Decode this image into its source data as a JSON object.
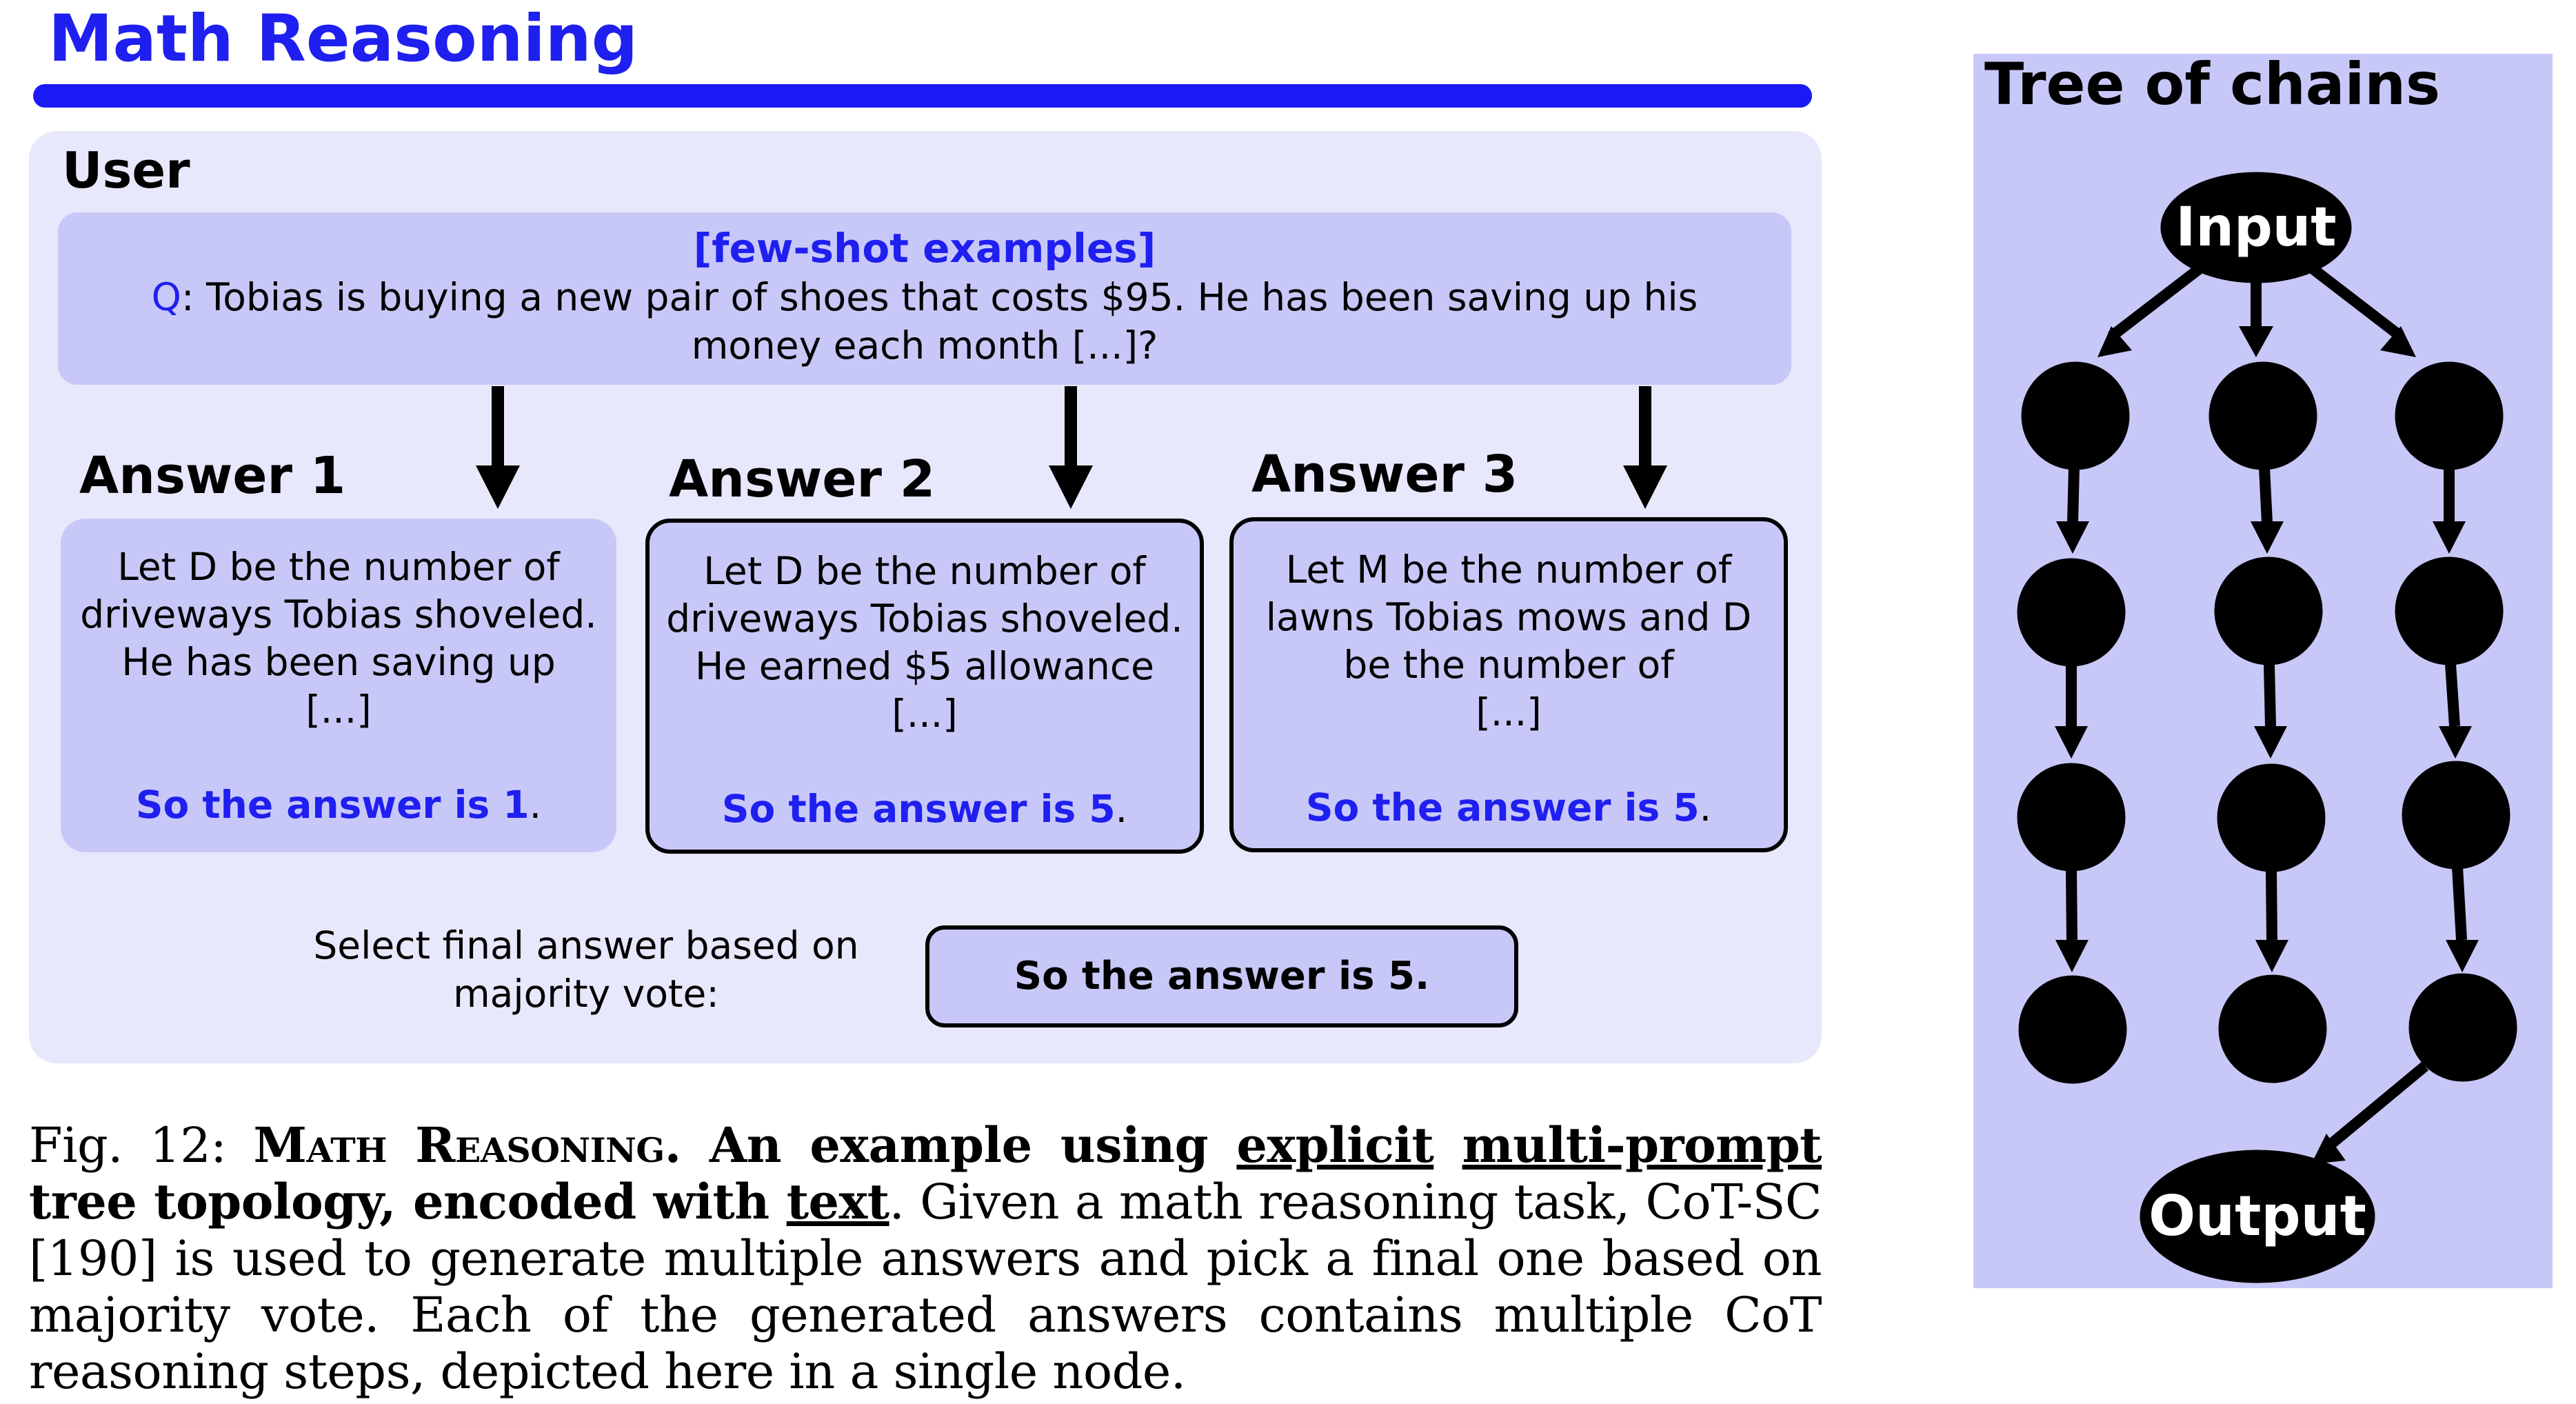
{
  "title": "Math Reasoning",
  "user_panel": {
    "label": "User",
    "fewshot_title": "[few-shot examples]",
    "question_prefix": "Q",
    "question_text": ": Tobias is buying a new pair of shoes that costs $95. He has been saving up his money each month [...]?"
  },
  "answers": [
    {
      "label": "Answer 1",
      "lines": [
        "Let D be the number of",
        "driveways Tobias shoveled.",
        "He has been saving up",
        "[...]"
      ],
      "conclusion": "So the answer is 1",
      "period": "."
    },
    {
      "label": "Answer 2",
      "lines": [
        "Let D be the number of",
        "driveways Tobias shoveled.",
        "He earned $5 allowance",
        "[...]"
      ],
      "conclusion": "So the answer is 5",
      "period": "."
    },
    {
      "label": "Answer 3",
      "lines": [
        "Let M be the number of",
        "lawns Tobias mows and D",
        "be the number of",
        "[...]"
      ],
      "conclusion": "So the answer is 5",
      "period": "."
    }
  ],
  "selection": {
    "text_line1": "Select final answer based on",
    "text_line2": "majority vote:",
    "final": "So the answer is 5."
  },
  "caption": {
    "fig": "Fig. 12: ",
    "sc_title": "Math Reasoning.",
    "bold1": " An example using ",
    "u1": "explicit",
    "sp1": " ",
    "u2": "multi-prompt",
    "bold2": " tree topology, encoded with ",
    "u3": "text",
    "rest": ". Given a math reasoning task, CoT-SC [190] is used to generate multiple answers and pick a final one based on majority vote. Each of the generated answers contains multiple CoT reasoning steps, depicted here in a single node."
  },
  "tree": {
    "title": "Tree of chains",
    "input_label": "Input",
    "output_label": "Output",
    "node_color": "#000000",
    "panel_color": "#c8c8f8"
  },
  "colors": {
    "accent": "#1f1ff0",
    "panel": "#e8e8fc",
    "box": "#c8c8f8"
  }
}
